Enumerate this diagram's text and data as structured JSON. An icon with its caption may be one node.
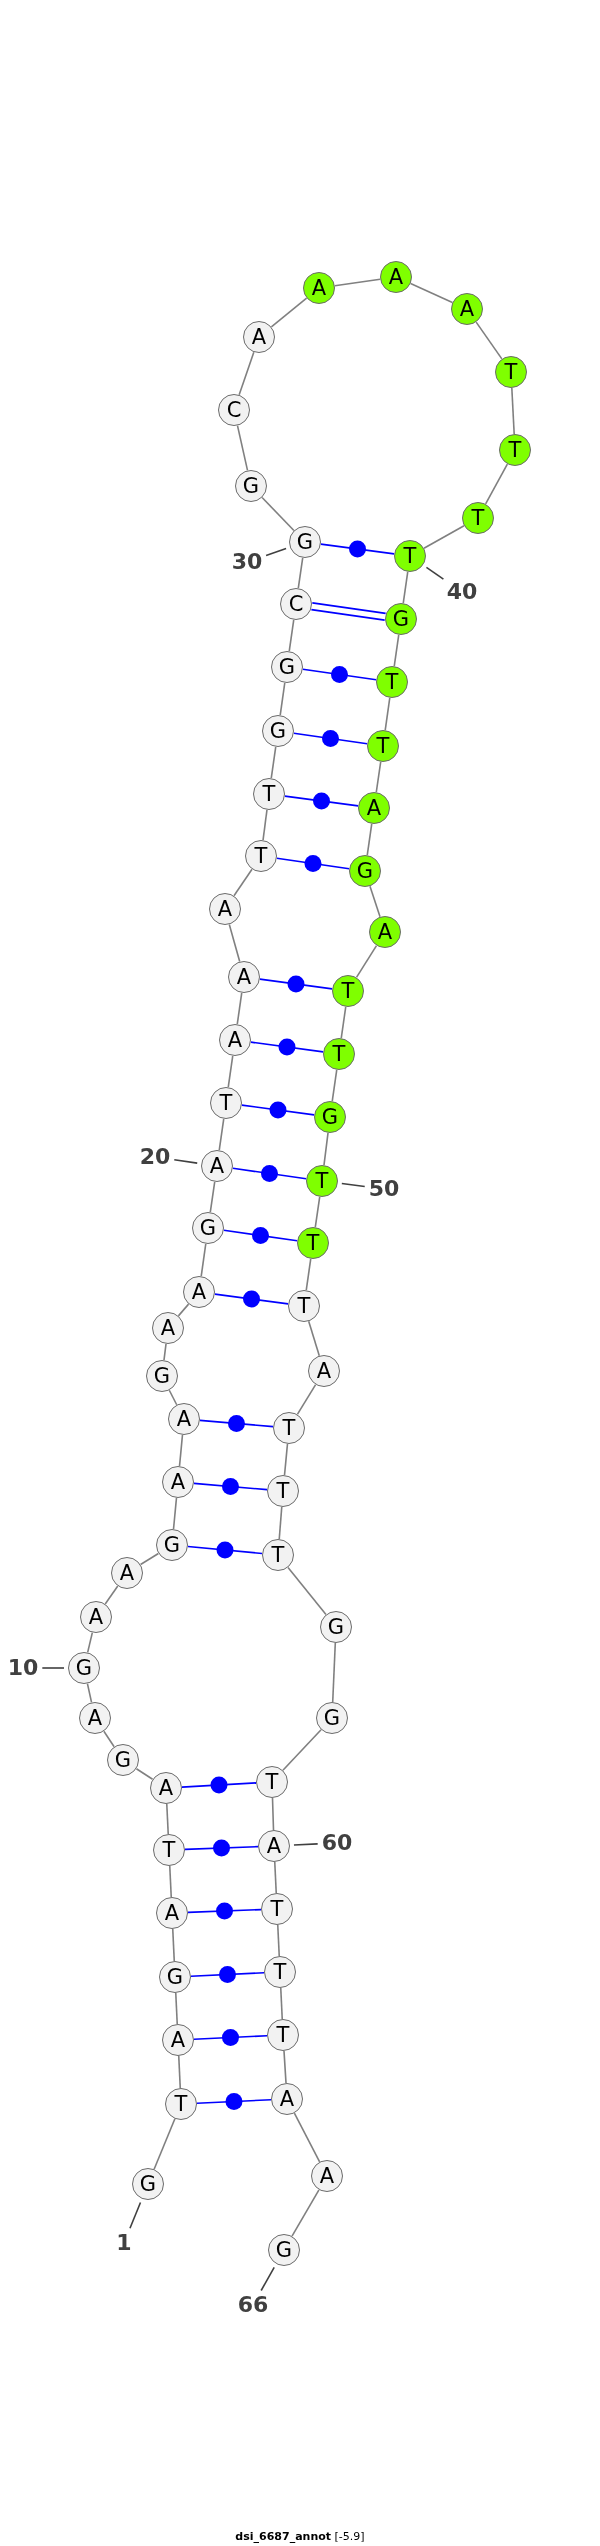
{
  "diagram": {
    "caption": "**dsi_6687_annot** [-5.9]",
    "nodes": [
      {
        "text": [
          "G"
        ]
      },
      {
        "text": [
          "T"
        ]
      },
      {
        "text": [
          "A"
        ]
      },
      {
        "text": [
          "G"
        ]
      },
      {
        "text": [
          "A"
        ]
      },
      {
        "text": [
          "T"
        ]
      },
      {
        "text": [
          "A"
        ]
      },
      {
        "text": [
          "G"
        ]
      },
      {
        "text": [
          "A"
        ]
      },
      {
        "text": [
          "G"
        ]
      },
      {
        "text": [
          "A"
        ]
      },
      {
        "text": [
          "A"
        ]
      },
      {
        "text": [
          "G"
        ]
      },
      {
        "text": [
          "A"
        ]
      },
      {
        "text": [
          "A"
        ]
      },
      {
        "text": [
          "G"
        ]
      },
      {
        "text": [
          "A"
        ]
      },
      {
        "text": [
          "A"
        ]
      },
      {
        "text": [
          "G"
        ]
      },
      {
        "text": [
          "A"
        ]
      },
      {
        "text": [
          "T"
        ]
      },
      {
        "text": [
          "A"
        ]
      },
      {
        "text": [
          "A"
        ]
      },
      {
        "text": [
          "A"
        ]
      },
      {
        "text": [
          "T"
        ]
      },
      {
        "text": [
          "T"
        ]
      },
      {
        "text": [
          "G"
        ]
      },
      {
        "text": [
          "G"
        ]
      },
      {
        "text": [
          "C"
        ]
      },
      {
        "text": [
          "G"
        ]
      },
      {
        "text": [
          "G"
        ]
      },
      {
        "text": [
          "C"
        ]
      },
      {
        "text": [
          "A"
        ]
      },
      {
        "text": [
          "A"
        ]
      },
      {
        "text": [
          "A"
        ]
      },
      {
        "text": [
          "A"
        ]
      },
      {
        "text": [
          "T"
        ]
      },
      {
        "text": [
          "T"
        ]
      },
      {
        "text": [
          "T"
        ]
      },
      {
        "text": [
          "T"
        ]
      },
      {
        "text": [
          "G"
        ]
      },
      {
        "text": [
          "T"
        ]
      },
      {
        "text": [
          "T"
        ]
      },
      {
        "text": [
          "A"
        ]
      },
      {
        "text": [
          "G"
        ]
      },
      {
        "text": [
          "A"
        ]
      },
      {
        "text": [
          "T"
        ]
      },
      {
        "text": [
          "T"
        ]
      },
      {
        "text": [
          "G"
        ]
      },
      {
        "text": [
          "T"
        ]
      },
      {
        "text": [
          "T"
        ]
      },
      {
        "text": [
          "T"
        ]
      },
      {
        "text": [
          "A"
        ]
      },
      {
        "text": [
          "T"
        ]
      },
      {
        "text": [
          "T"
        ]
      },
      {
        "text": [
          "T"
        ]
      },
      {
        "text": [
          "G"
        ]
      },
      {
        "text": [
          "G"
        ]
      },
      {
        "text": [
          "T"
        ]
      },
      {
        "text": [
          "A"
        ]
      },
      {
        "text": [
          "T"
        ]
      },
      {
        "text": [
          "T"
        ]
      },
      {
        "text": [
          "T"
        ]
      },
      {
        "text": [
          "A"
        ]
      },
      {
        "text": [
          "A"
        ]
      },
      {
        "text": [
          "G"
        ]
      },
      {
        "text": [
          "1"
        ]
      },
      {
        "text": [
          "10"
        ]
      },
      {
        "text": [
          "20"
        ]
      },
      {
        "text": [
          "30"
        ]
      },
      {
        "text": [
          "40"
        ]
      },
      {
        "text": [
          "50"
        ]
      },
      {
        "text": [
          "60"
        ]
      },
      {
        "text": [
          "66"
        ]
      }
    ],
    "edges": [
      {
        "from": 0,
        "to": 1,
        "arrow": "none"
      },
      {
        "from": 1,
        "to": 2,
        "arrow": "none"
      },
      {
        "from": 2,
        "to": 3,
        "arrow": "none"
      },
      {
        "from": 3,
        "to": 4,
        "arrow": "none"
      },
      {
        "from": 4,
        "to": 5,
        "arrow": "none"
      },
      {
        "from": 5,
        "to": 6,
        "arrow": "none"
      },
      {
        "from": 6,
        "to": 7,
        "arrow": "none"
      },
      {
        "from": 7,
        "to": 8,
        "arrow": "none"
      },
      {
        "from": 8,
        "to": 9,
        "arrow": "none"
      },
      {
        "from": 9,
        "to": 10,
        "arrow": "none"
      },
      {
        "from": 10,
        "to": 11,
        "arrow": "none"
      },
      {
        "from": 11,
        "to": 12,
        "arrow": "none"
      },
      {
        "from": 12,
        "to": 13,
        "arrow": "none"
      },
      {
        "from": 13,
        "to": 14,
        "arrow": "none"
      },
      {
        "from": 14,
        "to": 15,
        "arrow": "none"
      },
      {
        "from": 15,
        "to": 16,
        "arrow": "none"
      },
      {
        "from": 16,
        "to": 17,
        "arrow": "none"
      },
      {
        "from": 17,
        "to": 18,
        "arrow": "none"
      },
      {
        "from": 18,
        "to": 19,
        "arrow": "none"
      },
      {
        "from": 19,
        "to": 20,
        "arrow": "none"
      },
      {
        "from": 20,
        "to": 21,
        "arrow": "none"
      },
      {
        "from": 21,
        "to": 22,
        "arrow": "none"
      },
      {
        "from": 22,
        "to": 23,
        "arrow": "none"
      },
      {
        "from": 23,
        "to": 24,
        "arrow": "none"
      },
      {
        "from": 24,
        "to": 25,
        "arrow": "none"
      },
      {
        "from": 25,
        "to": 26,
        "arrow": "none"
      },
      {
        "from": 26,
        "to": 27,
        "arrow": "none"
      },
      {
        "from": 27,
        "to": 28,
        "arrow": "none"
      },
      {
        "from": 28,
        "to": 29,
        "arrow": "none"
      },
      {
        "from": 29,
        "to": 30,
        "arrow": "none"
      },
      {
        "from": 30,
        "to": 31,
        "arrow": "none"
      },
      {
        "from": 31,
        "to": 32,
        "arrow": "none"
      },
      {
        "from": 32,
        "to": 33,
        "arrow": "none"
      },
      {
        "from": 33,
        "to": 34,
        "arrow": "none"
      },
      {
        "from": 34,
        "to": 35,
        "arrow": "none"
      },
      {
        "from": 35,
        "to": 36,
        "arrow": "none"
      },
      {
        "from": 36,
        "to": 37,
        "arrow": "none"
      },
      {
        "from": 37,
        "to": 38,
        "arrow": "none"
      },
      {
        "from": 38,
        "to": 39,
        "arrow": "none"
      },
      {
        "from": 39,
        "to": 40,
        "arrow": "none"
      },
      {
        "from": 40,
        "to": 41,
        "arrow": "none"
      },
      {
        "from": 41,
        "to": 42,
        "arrow": "none"
      },
      {
        "from": 42,
        "to": 43,
        "arrow": "none"
      },
      {
        "from": 43,
        "to": 44,
        "arrow": "none"
      },
      {
        "from": 44,
        "to": 45,
        "arrow": "none"
      },
      {
        "from": 45,
        "to": 46,
        "arrow": "none"
      },
      {
        "from": 46,
        "to": 47,
        "arrow": "none"
      },
      {
        "from": 47,
        "to": 48,
        "arrow": "none"
      },
      {
        "from": 48,
        "to": 49,
        "arrow": "none"
      },
      {
        "from": 49,
        "to": 50,
        "arrow": "none"
      },
      {
        "from": 50,
        "to": 51,
        "arrow": "none"
      },
      {
        "from": 51,
        "to": 52,
        "arrow": "none"
      },
      {
        "from": 52,
        "to": 53,
        "arrow": "none"
      },
      {
        "from": 53,
        "to": 54,
        "arrow": "none"
      },
      {
        "from": 54,
        "to": 55,
        "arrow": "none"
      },
      {
        "from": 55,
        "to": 56,
        "arrow": "none"
      },
      {
        "from": 56,
        "to": 57,
        "arrow": "none"
      },
      {
        "from": 57,
        "to": 58,
        "arrow": "none"
      },
      {
        "from": 58,
        "to": 59,
        "arrow": "none"
      },
      {
        "from": 59,
        "to": 60,
        "arrow": "none"
      },
      {
        "from": 60,
        "to": 61,
        "arrow": "none"
      },
      {
        "from": 61,
        "to": 62,
        "arrow": "none"
      },
      {
        "from": 62,
        "to": 63,
        "arrow": "none"
      },
      {
        "from": 63,
        "to": 64,
        "arrow": "none"
      },
      {
        "from": 64,
        "to": 65,
        "arrow": "none"
      },
      {
        "from": 1,
        "to": 63,
        "arrow": "none",
        "color": "#0000ff"
      },
      {
        "from": 2,
        "to": 62,
        "arrow": "none",
        "color": "#0000ff"
      },
      {
        "from": 3,
        "to": 61,
        "arrow": "none",
        "color": "#0000ff"
      },
      {
        "from": 4,
        "to": 60,
        "arrow": "none",
        "color": "#0000ff"
      },
      {
        "from": 5,
        "to": 59,
        "arrow": "none",
        "color": "#0000ff"
      },
      {
        "from": 6,
        "to": 58,
        "arrow": "none",
        "color": "#0000ff"
      },
      {
        "from": 12,
        "to": 55,
        "arrow": "none",
        "color": "#0000ff"
      },
      {
        "from": 13,
        "to": 54,
        "arrow": "none",
        "color": "#0000ff"
      },
      {
        "from": 14,
        "to": 53,
        "arrow": "none",
        "color": "#0000ff"
      },
      {
        "from": 17,
        "to": 51,
        "arrow": "none",
        "color": "#0000ff"
      },
      {
        "from": 18,
        "to": 50,
        "arrow": "none",
        "color": "#0000ff"
      },
      {
        "from": 19,
        "to": 49,
        "arrow": "none",
        "color": "#0000ff"
      },
      {
        "from": 20,
        "to": 48,
        "arrow": "none",
        "color": "#0000ff"
      },
      {
        "from": 21,
        "to": 47,
        "arrow": "none",
        "color": "#0000ff"
      },
      {
        "from": 22,
        "to": 46,
        "arrow": "none",
        "color": "#0000ff"
      },
      {
        "from": 24,
        "to": 44,
        "arrow": "none",
        "color": "#0000ff"
      },
      {
        "from": 25,
        "to": 43,
        "arrow": "none",
        "color": "#0000ff"
      },
      {
        "from": 26,
        "to": 42,
        "arrow": "none",
        "color": "#0000ff"
      },
      {
        "from": 27,
        "to": 41,
        "arrow": "none",
        "color": "#0000ff"
      },
      {
        "from": 28,
        "to": 40,
        "arrow": "none",
        "color": "#0000ff"
      },
      {
        "from": 29,
        "to": 39,
        "arrow": "none",
        "color": "#0000ff"
      },
      {
        "from": 66,
        "to": 0,
        "arrow": "none",
        "color": "#404040"
      },
      {
        "from": 67,
        "to": 9,
        "arrow": "none",
        "color": "#404040"
      },
      {
        "from": 68,
        "to": 19,
        "arrow": "none",
        "color": "#404040"
      },
      {
        "from": 69,
        "to": 29,
        "arrow": "none",
        "color": "#404040"
      },
      {
        "from": 70,
        "to": 39,
        "arrow": "none",
        "color": "#404040"
      },
      {
        "from": 71,
        "to": 49,
        "arrow": "none",
        "color": "#404040"
      },
      {
        "from": 72,
        "to": 59,
        "arrow": "none",
        "color": "#404040"
      },
      {
        "from": 73,
        "to": 65,
        "arrow": "none",
        "color": "#404040"
      }
    ]
  }
}
